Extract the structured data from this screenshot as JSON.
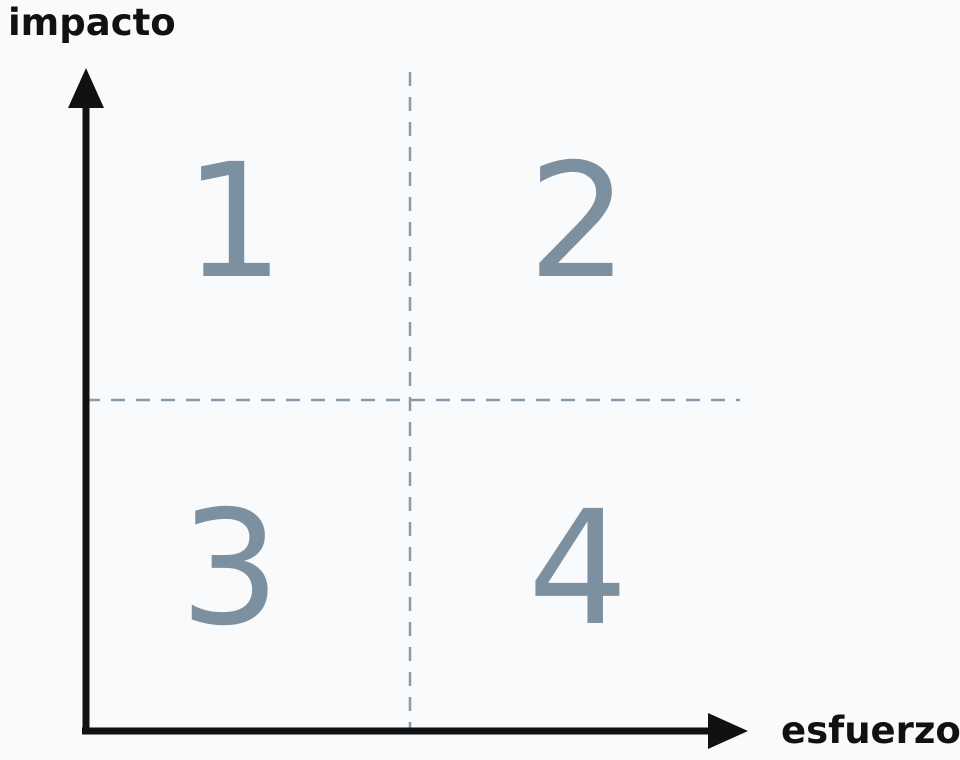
{
  "axes": {
    "y_label": "impacto",
    "x_label": "esfuerzo"
  },
  "quadrants": [
    {
      "label": "1"
    },
    {
      "label": "2"
    },
    {
      "label": "3"
    },
    {
      "label": "4"
    }
  ],
  "colors": {
    "background": "#f8fafc",
    "axis": "#111111",
    "quadrant_number": "#7d90a0",
    "divider": "#8a9aa8"
  }
}
